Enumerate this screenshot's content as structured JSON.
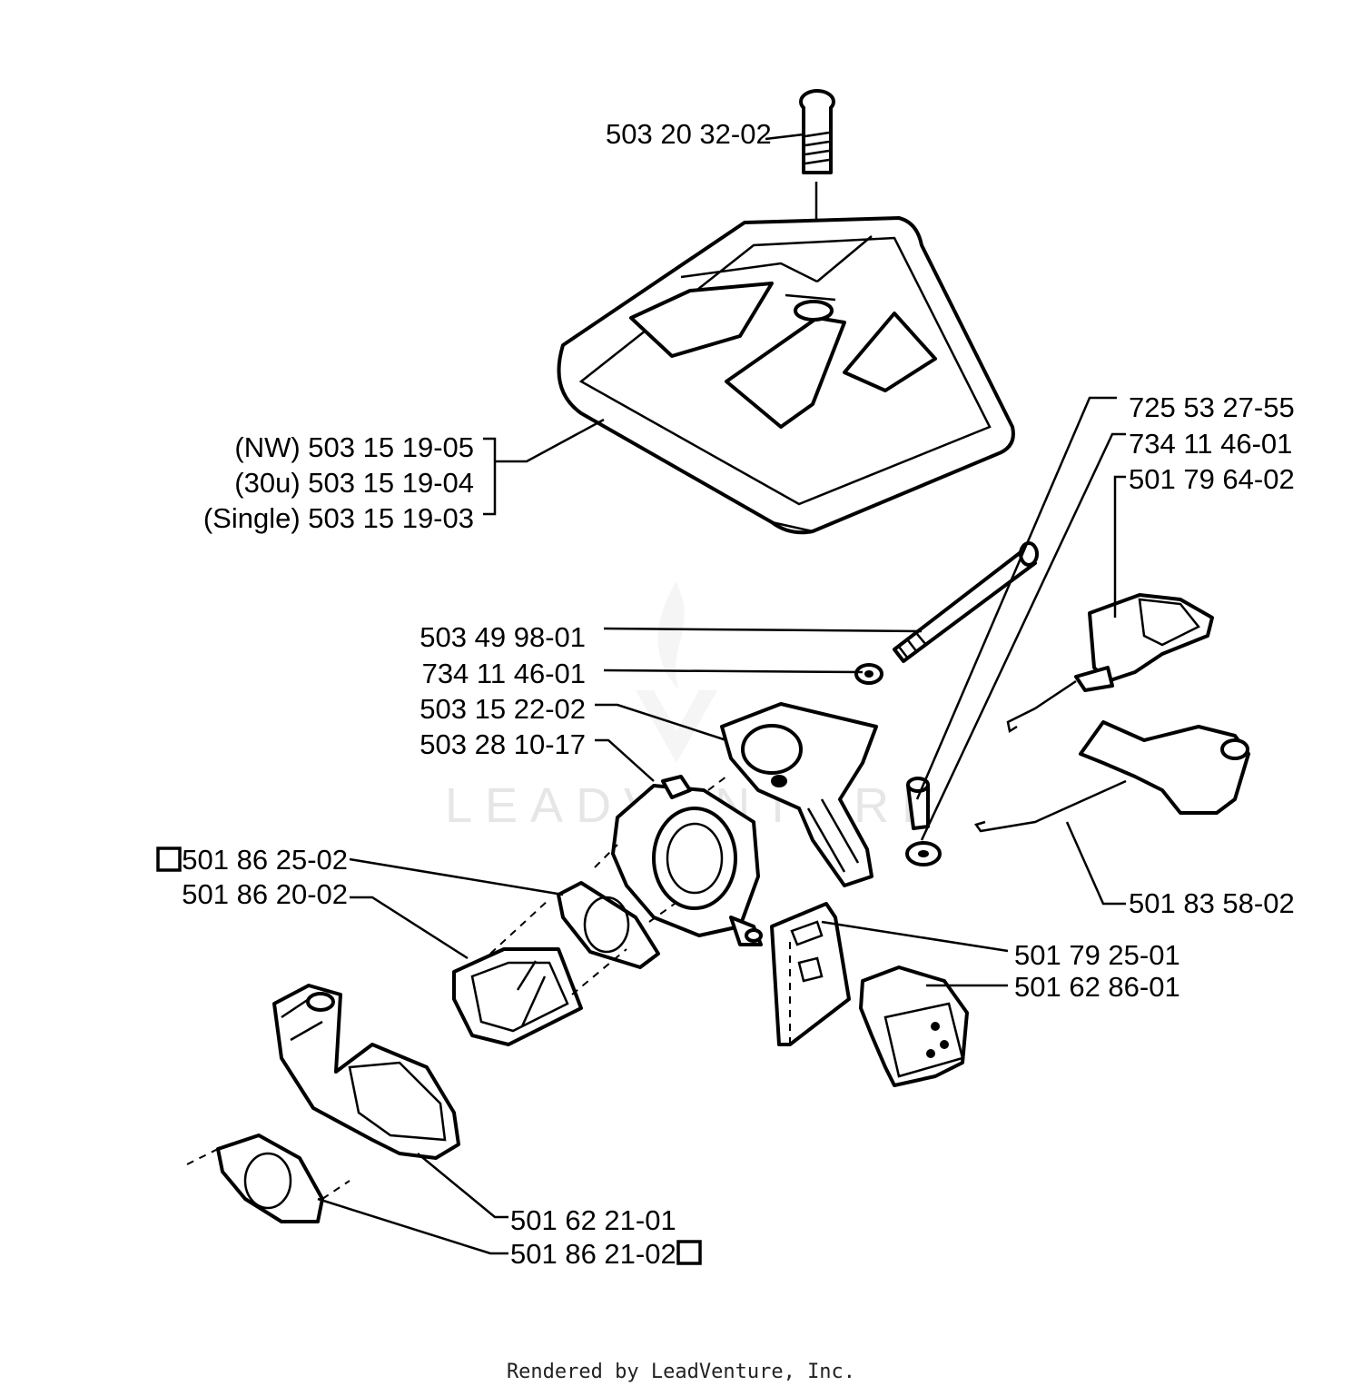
{
  "watermark": "LEADVENTURE",
  "footer": "Rendered by LeadVenture, Inc.",
  "parts": {
    "screw_top": "503 20 32-02",
    "cover_nw": "(NW) 503 15 19-05",
    "cover_30u": "(30u) 503 15 19-04",
    "cover_single": "(Single) 503 15 19-03",
    "r1": "725 53 27-55",
    "r2": "734 11 46-01",
    "r3": "501 79 64-02",
    "bolt_long": "503 49 98-01",
    "washer": "734 11 46-01",
    "holder": "503 15 22-02",
    "carb": "503 28 10-17",
    "gasket_a": "501 86 25-02",
    "gasket_b": "501 86 20-02",
    "link": "501 83 58-02",
    "plate": "501 79 25-01",
    "filter": "501 62 86-01",
    "base": "501 62 21-01",
    "gasket_c": "501 86 21-02"
  }
}
